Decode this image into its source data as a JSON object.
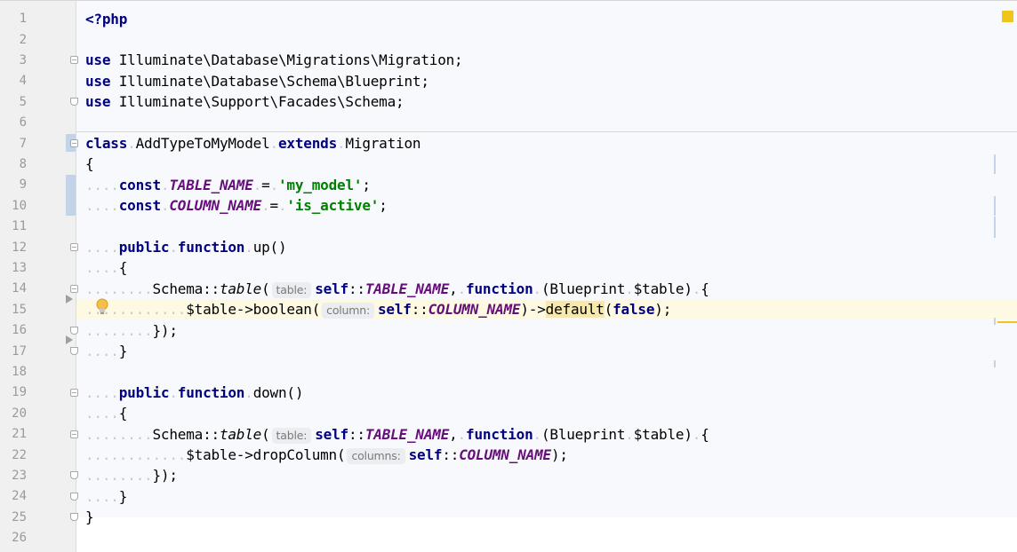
{
  "editor": {
    "language": "php",
    "highlight_color": "#fdf9e3",
    "keyword_color": "#000080",
    "string_color": "#008000",
    "constant_color": "#660e7a",
    "lines": [
      {
        "n": "1",
        "fold": "",
        "html": "<span class=\"kw\">&lt;?php</span>"
      },
      {
        "n": "2",
        "fold": "",
        "html": ""
      },
      {
        "n": "3",
        "fold": "open",
        "html": "<span class=\"kw\">use</span> Illuminate\\Database\\Migrations\\Migration;"
      },
      {
        "n": "4",
        "fold": "",
        "html": "<span class=\"kw\">use</span> Illuminate\\Database\\Schema\\Blueprint;"
      },
      {
        "n": "5",
        "fold": "close",
        "html": "<span class=\"kw\">use</span> Illuminate\\Support\\Facades\\Schema;"
      },
      {
        "n": "6",
        "fold": "",
        "html": ""
      },
      {
        "n": "7",
        "fold": "open",
        "html": "<span class=\"kw\">class</span><span class=\"dot\">.</span>AddTypeToMyModel<span class=\"dot\">.</span><span class=\"kw\">extends</span><span class=\"dot\">.</span>Migration"
      },
      {
        "n": "8",
        "fold": "",
        "html": "{"
      },
      {
        "n": "9",
        "fold": "",
        "html": "<span class=\"dot\">....</span><span class=\"kw\">const</span><span class=\"dot\">.</span><span class=\"const\">TABLE_NAME</span><span class=\"dot\">.</span>=<span class=\"dot\">.</span><span class=\"str\">'my_model'</span>;"
      },
      {
        "n": "10",
        "fold": "",
        "html": "<span class=\"dot\">....</span><span class=\"kw\">const</span><span class=\"dot\">.</span><span class=\"const\">COLUMN_NAME</span><span class=\"dot\">.</span>=<span class=\"dot\">.</span><span class=\"str\">'is_active'</span>;"
      },
      {
        "n": "11",
        "fold": "",
        "html": ""
      },
      {
        "n": "12",
        "fold": "open",
        "html": "<span class=\"dot\">....</span><span class=\"kw\">public</span><span class=\"dot\">.</span><span class=\"kw\">function</span><span class=\"dot\">.</span>up()"
      },
      {
        "n": "13",
        "fold": "",
        "html": "<span class=\"dot\">....</span>{"
      },
      {
        "n": "14",
        "fold": "open",
        "html": "<span class=\"dot\">........</span>Schema::<span class=\"static\">table</span>(<span class=\"hint\">table:</span><span class=\"kw\">self</span>::<span class=\"const\">TABLE_NAME</span>,<span class=\"dot\">.</span><span class=\"kw\">function</span><span class=\"dot\">.</span>(Blueprint<span class=\"dot\">.</span>$table)<span class=\"dot\">.</span>{"
      },
      {
        "n": "15",
        "fold": "",
        "html": "<span class=\"dot\">............</span>$table-&gt;boolean(<span class=\"hint\">column:</span><span class=\"kw\">self</span>::<span class=\"const\">COLUMN_NAME</span>)-&gt;<span class=\"default-hl\">default</span>(<span class=\"kw\">false</span>);"
      },
      {
        "n": "16",
        "fold": "close",
        "html": "<span class=\"dot\">........</span>});"
      },
      {
        "n": "17",
        "fold": "close",
        "html": "<span class=\"dot\">....</span>}"
      },
      {
        "n": "18",
        "fold": "",
        "html": ""
      },
      {
        "n": "19",
        "fold": "open",
        "html": "<span class=\"dot\">....</span><span class=\"kw\">public</span><span class=\"dot\">.</span><span class=\"kw\">function</span><span class=\"dot\">.</span>down()"
      },
      {
        "n": "20",
        "fold": "",
        "html": "<span class=\"dot\">....</span>{"
      },
      {
        "n": "21",
        "fold": "open",
        "html": "<span class=\"dot\">........</span>Schema::<span class=\"static\">table</span>(<span class=\"hint\">table:</span><span class=\"kw\">self</span>::<span class=\"const\">TABLE_NAME</span>,<span class=\"dot\">.</span><span class=\"kw\">function</span><span class=\"dot\">.</span>(Blueprint<span class=\"dot\">.</span>$table)<span class=\"dot\">.</span>{"
      },
      {
        "n": "22",
        "fold": "",
        "html": "<span class=\"dot\">............</span>$table-&gt;dropColumn(<span class=\"hint\">columns:</span><span class=\"kw\">self</span>::<span class=\"const\">COLUMN_NAME</span>);"
      },
      {
        "n": "23",
        "fold": "close",
        "html": "<span class=\"dot\">........</span>});"
      },
      {
        "n": "24",
        "fold": "close",
        "html": "<span class=\"dot\">....</span>}"
      },
      {
        "n": "25",
        "fold": "close",
        "html": "}"
      },
      {
        "n": "26",
        "fold": "",
        "html": ""
      }
    ],
    "highlighted_line": "15"
  }
}
